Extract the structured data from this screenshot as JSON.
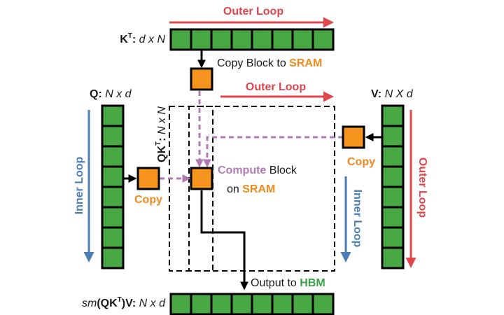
{
  "labels": {
    "kt_name": "K",
    "kt_sup": "T",
    "kt_dims": "d x N",
    "q_name": "Q:",
    "q_dims": "N x d",
    "v_name": "V:",
    "v_dims": "N X d",
    "qkt_name": "QK",
    "qkt_sup": "T",
    "qkt_dims": "N x N",
    "out_prefix": "sm",
    "out_mid": "(QK",
    "out_sup": "T",
    "out_suffix": ")V:",
    "out_dims": "N x d"
  },
  "loops": {
    "outer_top": "Outer Loop",
    "outer_mid": "Outer Loop",
    "outer_right": "Outer Loop",
    "inner_left": "Inner Loop",
    "inner_right": "Inner Loop"
  },
  "captions": {
    "copy_block_to": "Copy Block to ",
    "sram_1": "SRAM",
    "copy_left": "Copy",
    "copy_right": "Copy",
    "compute": "Compute",
    "block": " Block",
    "on": "on ",
    "sram_2": "SRAM",
    "output_to": "Output to ",
    "hbm": "HBM"
  },
  "colors": {
    "green_cell": "#48a944",
    "orange_block": "#f7941d",
    "red_loop": "#e0454c",
    "blue_loop": "#4a7db5",
    "purple_dashed": "#b27ab5"
  }
}
